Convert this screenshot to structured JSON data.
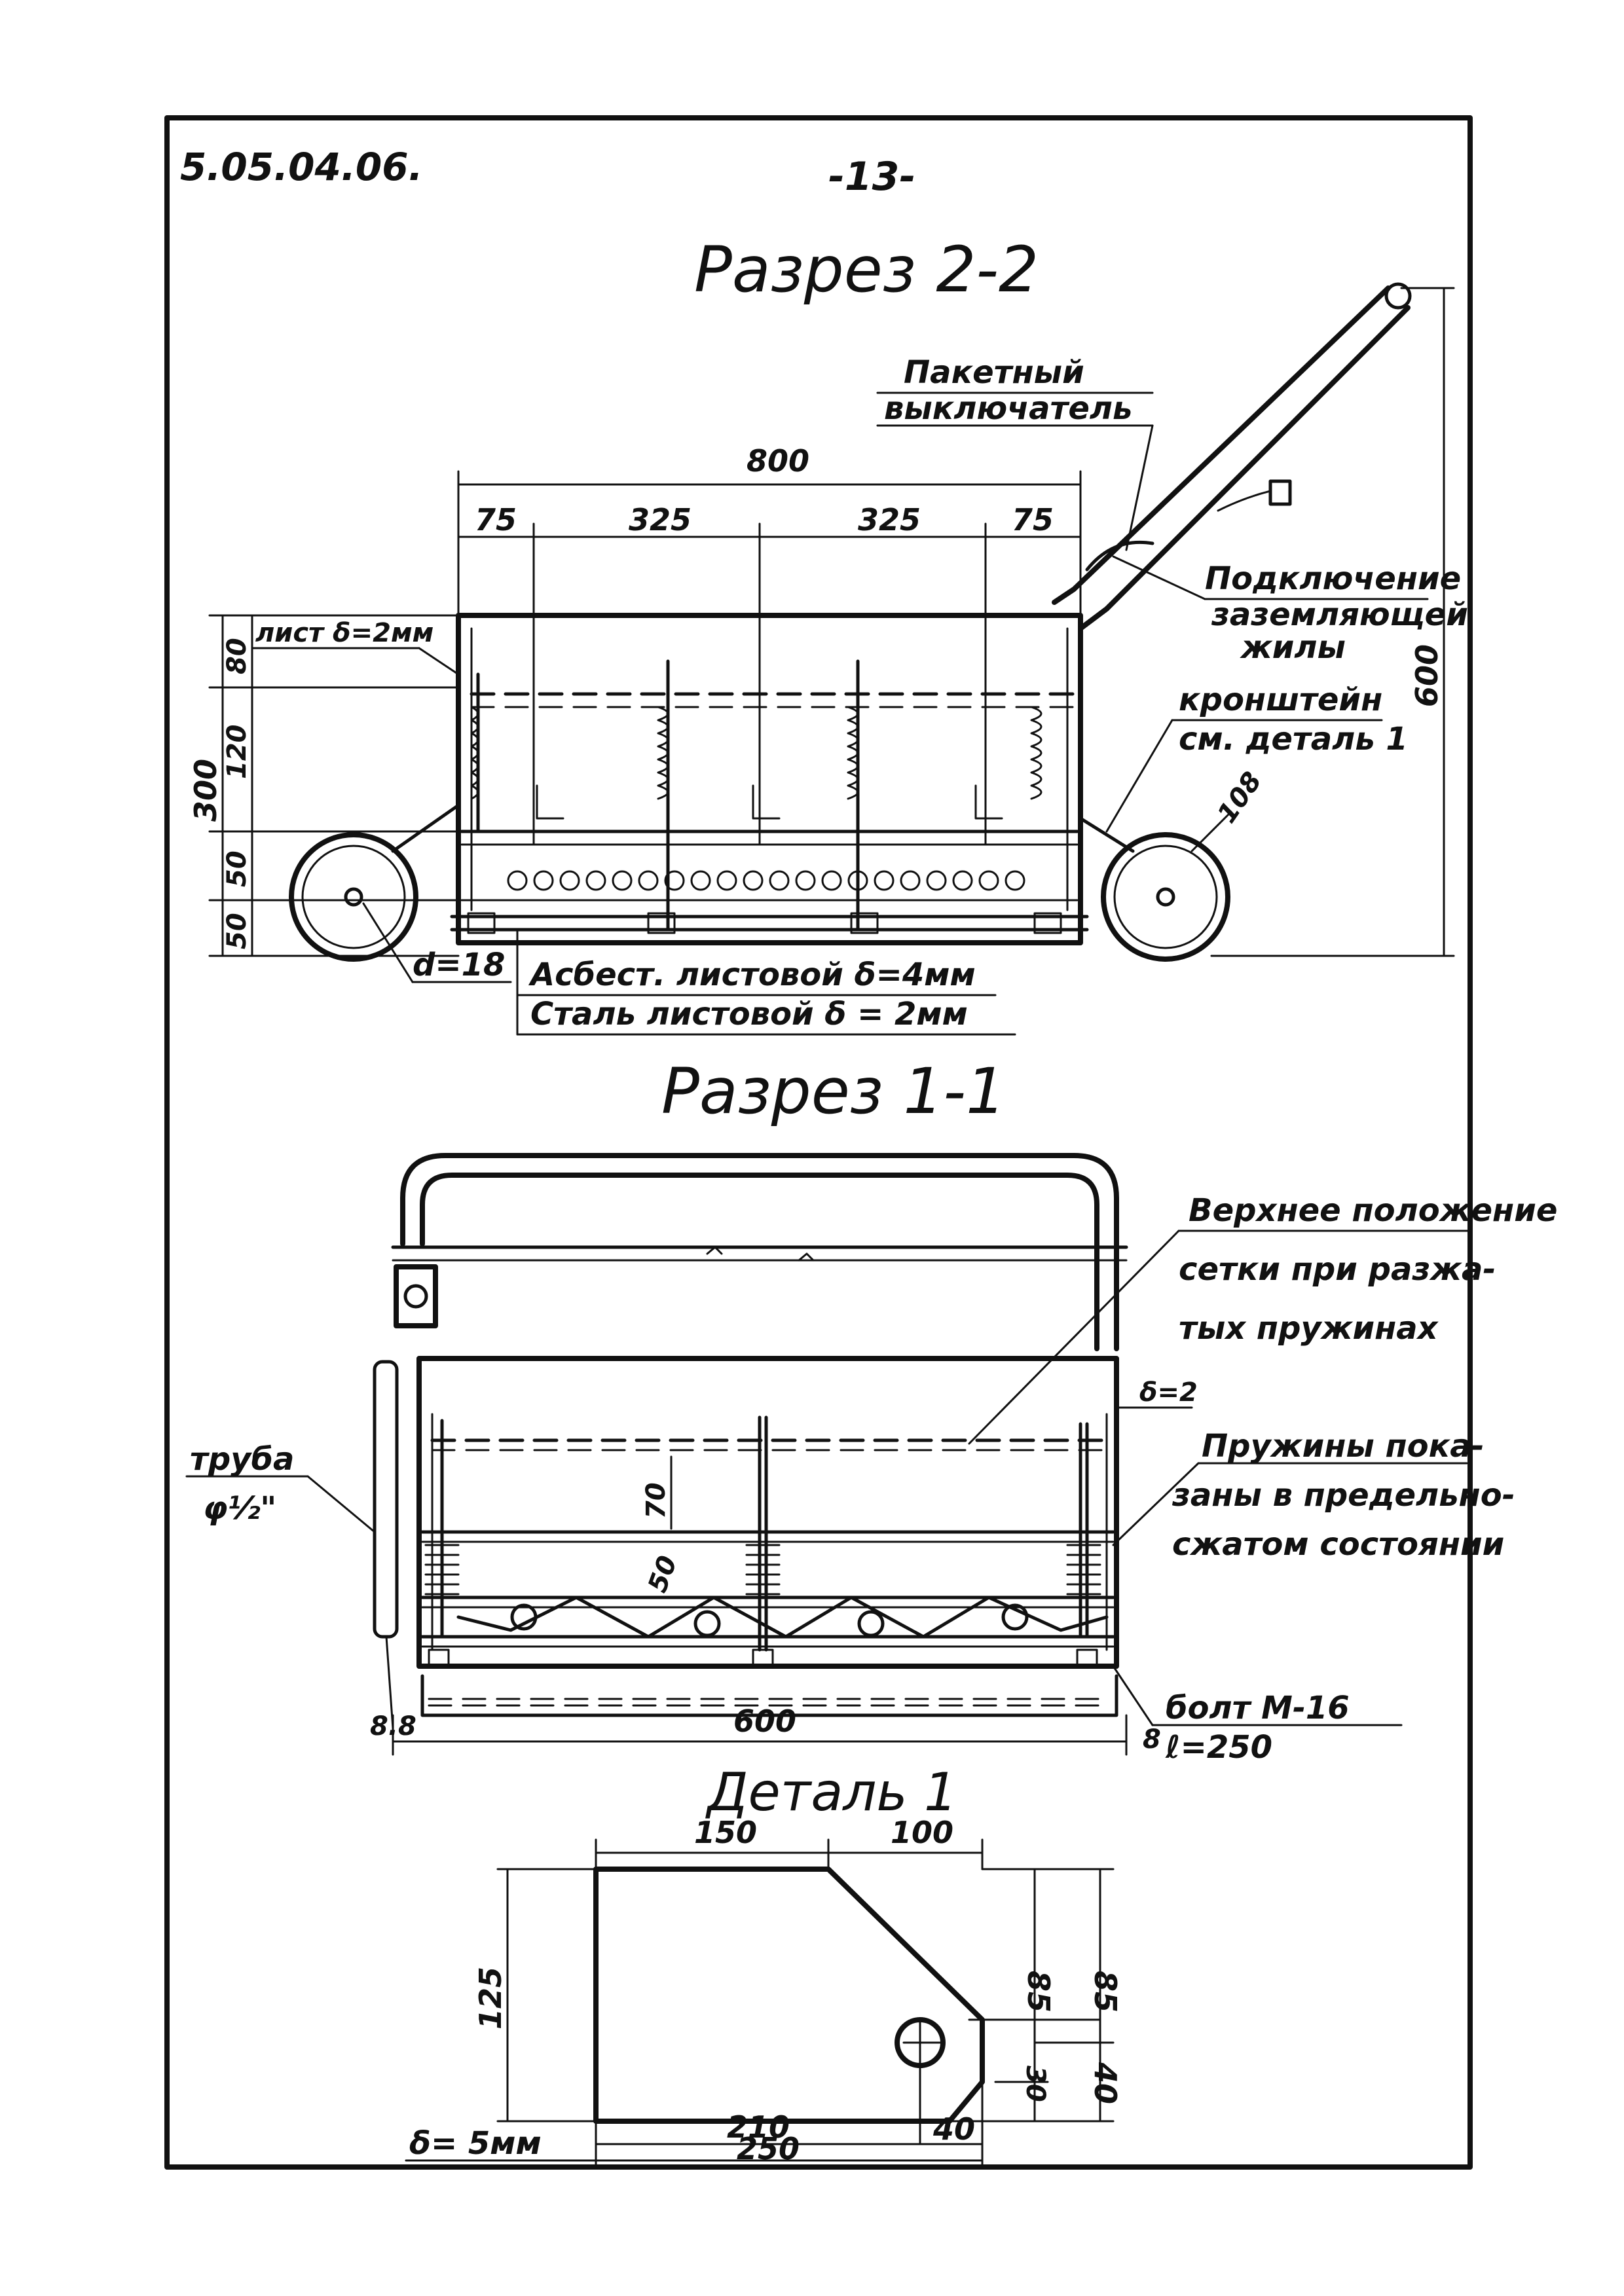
{
  "header": {
    "code": "5.05.04.06.",
    "page": "-13-"
  },
  "section_2": {
    "title": "Разрез 2-2",
    "dims": {
      "total": "800",
      "a": "75",
      "b": "325",
      "c": "325",
      "d": "75",
      "height_total": "300",
      "h80": "80",
      "h120": "120",
      "h50a": "50",
      "h50b": "50",
      "handle": "600",
      "wheel": "108",
      "axle": "d=18"
    },
    "labels": {
      "switch_1": "Пакетный",
      "switch_2": "выключатель",
      "sheet": "лист δ=2мм",
      "ground_1": "Подключение",
      "ground_2": "заземляющей",
      "ground_3": "жилы",
      "bracket_1": "кронштейн",
      "bracket_2": "см. деталь 1",
      "asbestos": "Асбест. листовой δ=4мм",
      "steel": "Сталь листовой δ = 2мм"
    }
  },
  "section_1": {
    "title": "Разрез 1-1",
    "dims": {
      "width": "600",
      "d70": "70",
      "d50": "50",
      "delta2": "δ=2",
      "left": "8.8",
      "right": "8"
    },
    "labels": {
      "upper_1": "Верхнее положение",
      "upper_2": "сетки при разжа-",
      "upper_3": "тых пружинах",
      "springs_1": "Пружины пока-",
      "springs_2": "заны в предельно-",
      "springs_3": "сжатом состоянии",
      "pipe_1": "труба",
      "pipe_2": "φ½\"",
      "bolt_1": "болт М-16",
      "bolt_2": "ℓ=250"
    }
  },
  "detail": {
    "title": "Деталь 1",
    "dims": {
      "d150": "150",
      "d100": "100",
      "d125": "125",
      "d85a": "85",
      "d85b": "85",
      "d30": "30",
      "d40v": "40",
      "d210": "210",
      "d40h": "40",
      "d250": "250"
    },
    "thickness": "δ= 5мм"
  }
}
